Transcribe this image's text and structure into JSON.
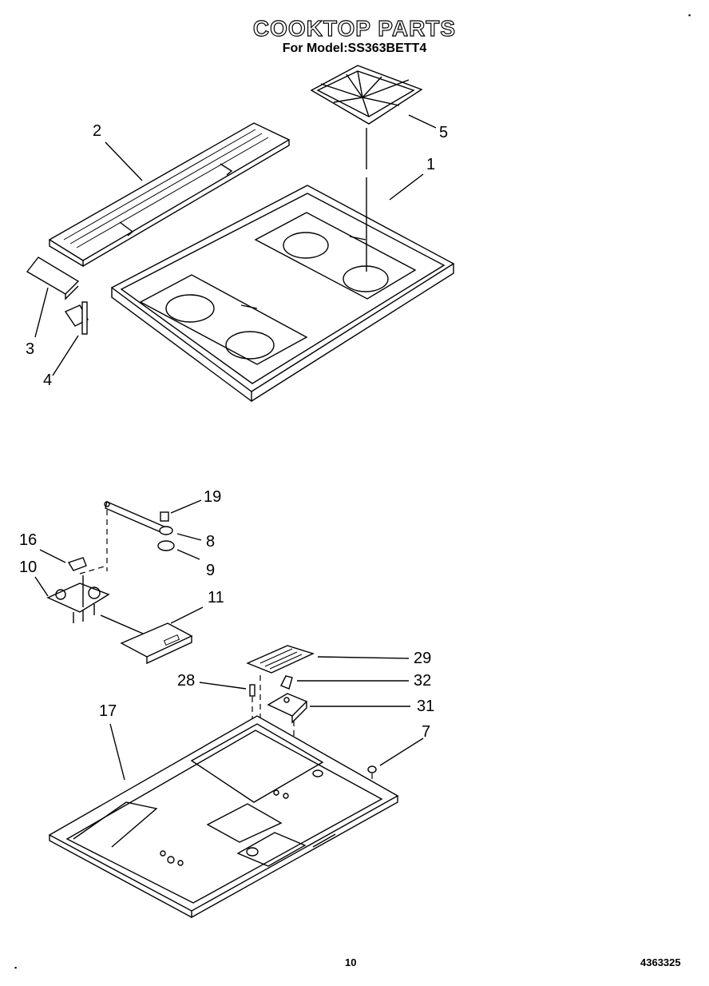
{
  "header": {
    "title": "COOKTOP PARTS",
    "subtitle": "For Model:SS363BETT4"
  },
  "callouts": [
    {
      "id": "1",
      "label": "1"
    },
    {
      "id": "2",
      "label": "2"
    },
    {
      "id": "3",
      "label": "3"
    },
    {
      "id": "4",
      "label": "4"
    },
    {
      "id": "5",
      "label": "5"
    },
    {
      "id": "7",
      "label": "7"
    },
    {
      "id": "8",
      "label": "8"
    },
    {
      "id": "9",
      "label": "9"
    },
    {
      "id": "10",
      "label": "10"
    },
    {
      "id": "11",
      "label": "11"
    },
    {
      "id": "16",
      "label": "16"
    },
    {
      "id": "17",
      "label": "17"
    },
    {
      "id": "19",
      "label": "19"
    },
    {
      "id": "28",
      "label": "28"
    },
    {
      "id": "29",
      "label": "29"
    },
    {
      "id": "31",
      "label": "31"
    },
    {
      "id": "32",
      "label": "32"
    }
  ],
  "footer": {
    "page_number": "10",
    "document_number": "4363325"
  }
}
